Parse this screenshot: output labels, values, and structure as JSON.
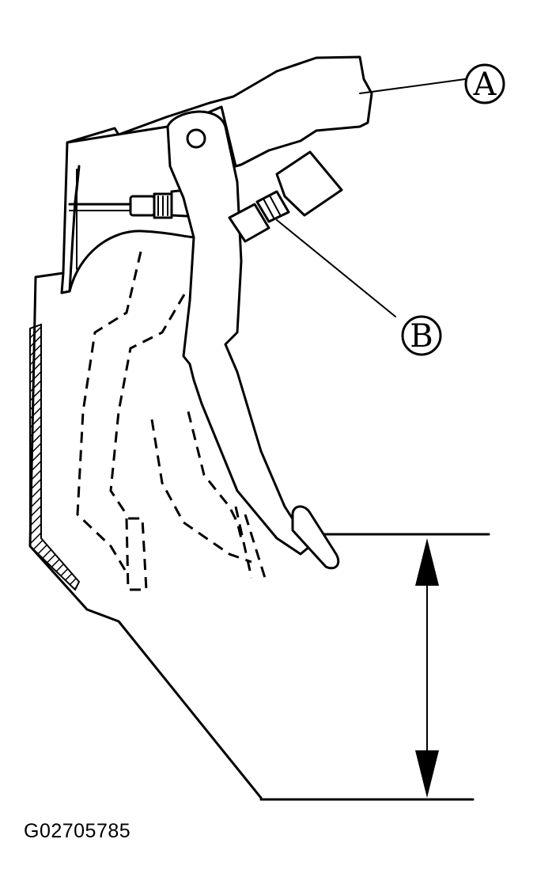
{
  "callouts": {
    "a": "A",
    "b": "B"
  },
  "figure_id": "G02705785",
  "colors": {
    "ink": "#000000",
    "background": "#ffffff"
  }
}
